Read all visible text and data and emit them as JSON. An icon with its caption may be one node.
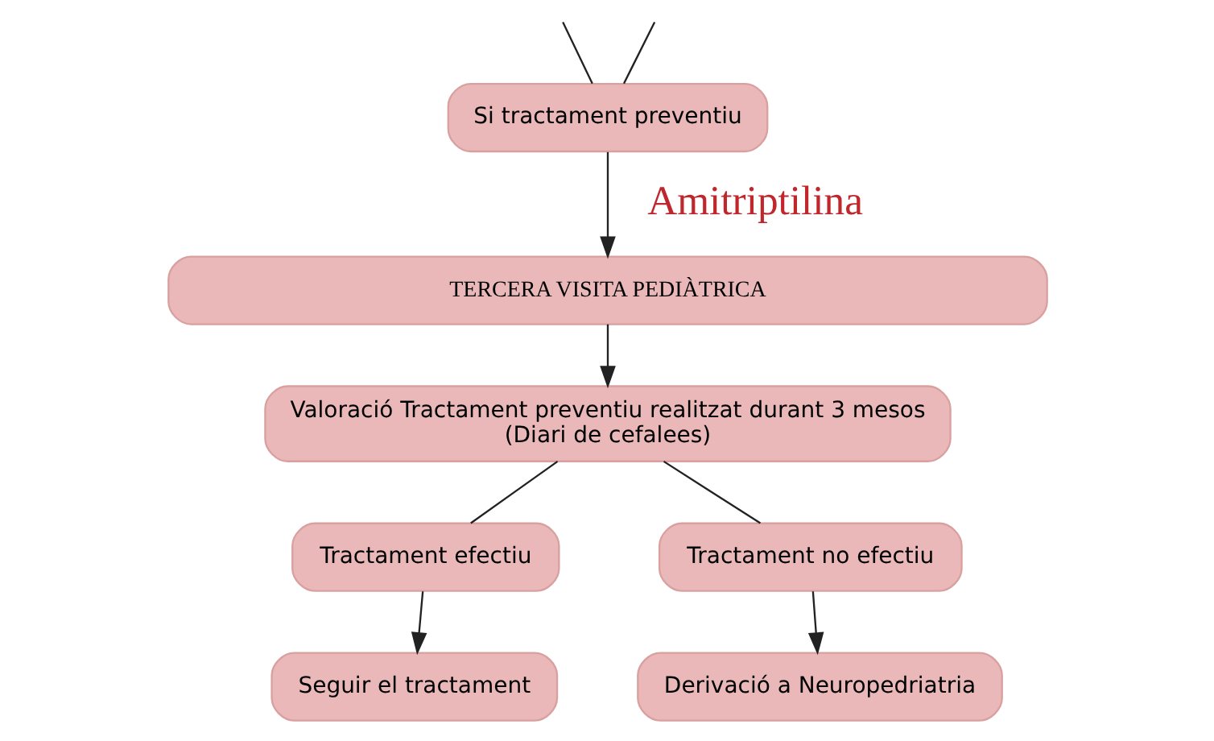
{
  "diagram": {
    "nodes": [
      {
        "text": [
          "Si tractament preventiu"
        ]
      },
      {
        "text": [
          "TERCERA VISITA PEDIÀTRICA"
        ]
      },
      {
        "text": [
          "Valoració Tractament preventiu realitzat durant 3 mesos",
          "(Diari de cefalees)"
        ]
      },
      {
        "text": [
          "Tractament efectiu"
        ]
      },
      {
        "text": [
          "Tractament no efectiu"
        ]
      },
      {
        "text": [
          "Seguir el tractament"
        ]
      },
      {
        "text": [
          "Derivació a Neuropedriatria"
        ]
      }
    ],
    "edges": [
      {
        "from": null,
        "to": 0,
        "arrow": "none"
      },
      {
        "from": null,
        "to": 0,
        "arrow": "none"
      },
      {
        "from": 0,
        "to": 1,
        "arrow": "to",
        "label": "Amitriptilina"
      },
      {
        "from": 1,
        "to": 2,
        "arrow": "to"
      },
      {
        "from": 2,
        "to": 3,
        "arrow": "none"
      },
      {
        "from": 2,
        "to": 4,
        "arrow": "none"
      },
      {
        "from": 3,
        "to": 5,
        "arrow": "to"
      },
      {
        "from": 4,
        "to": 6,
        "arrow": "to"
      }
    ]
  }
}
